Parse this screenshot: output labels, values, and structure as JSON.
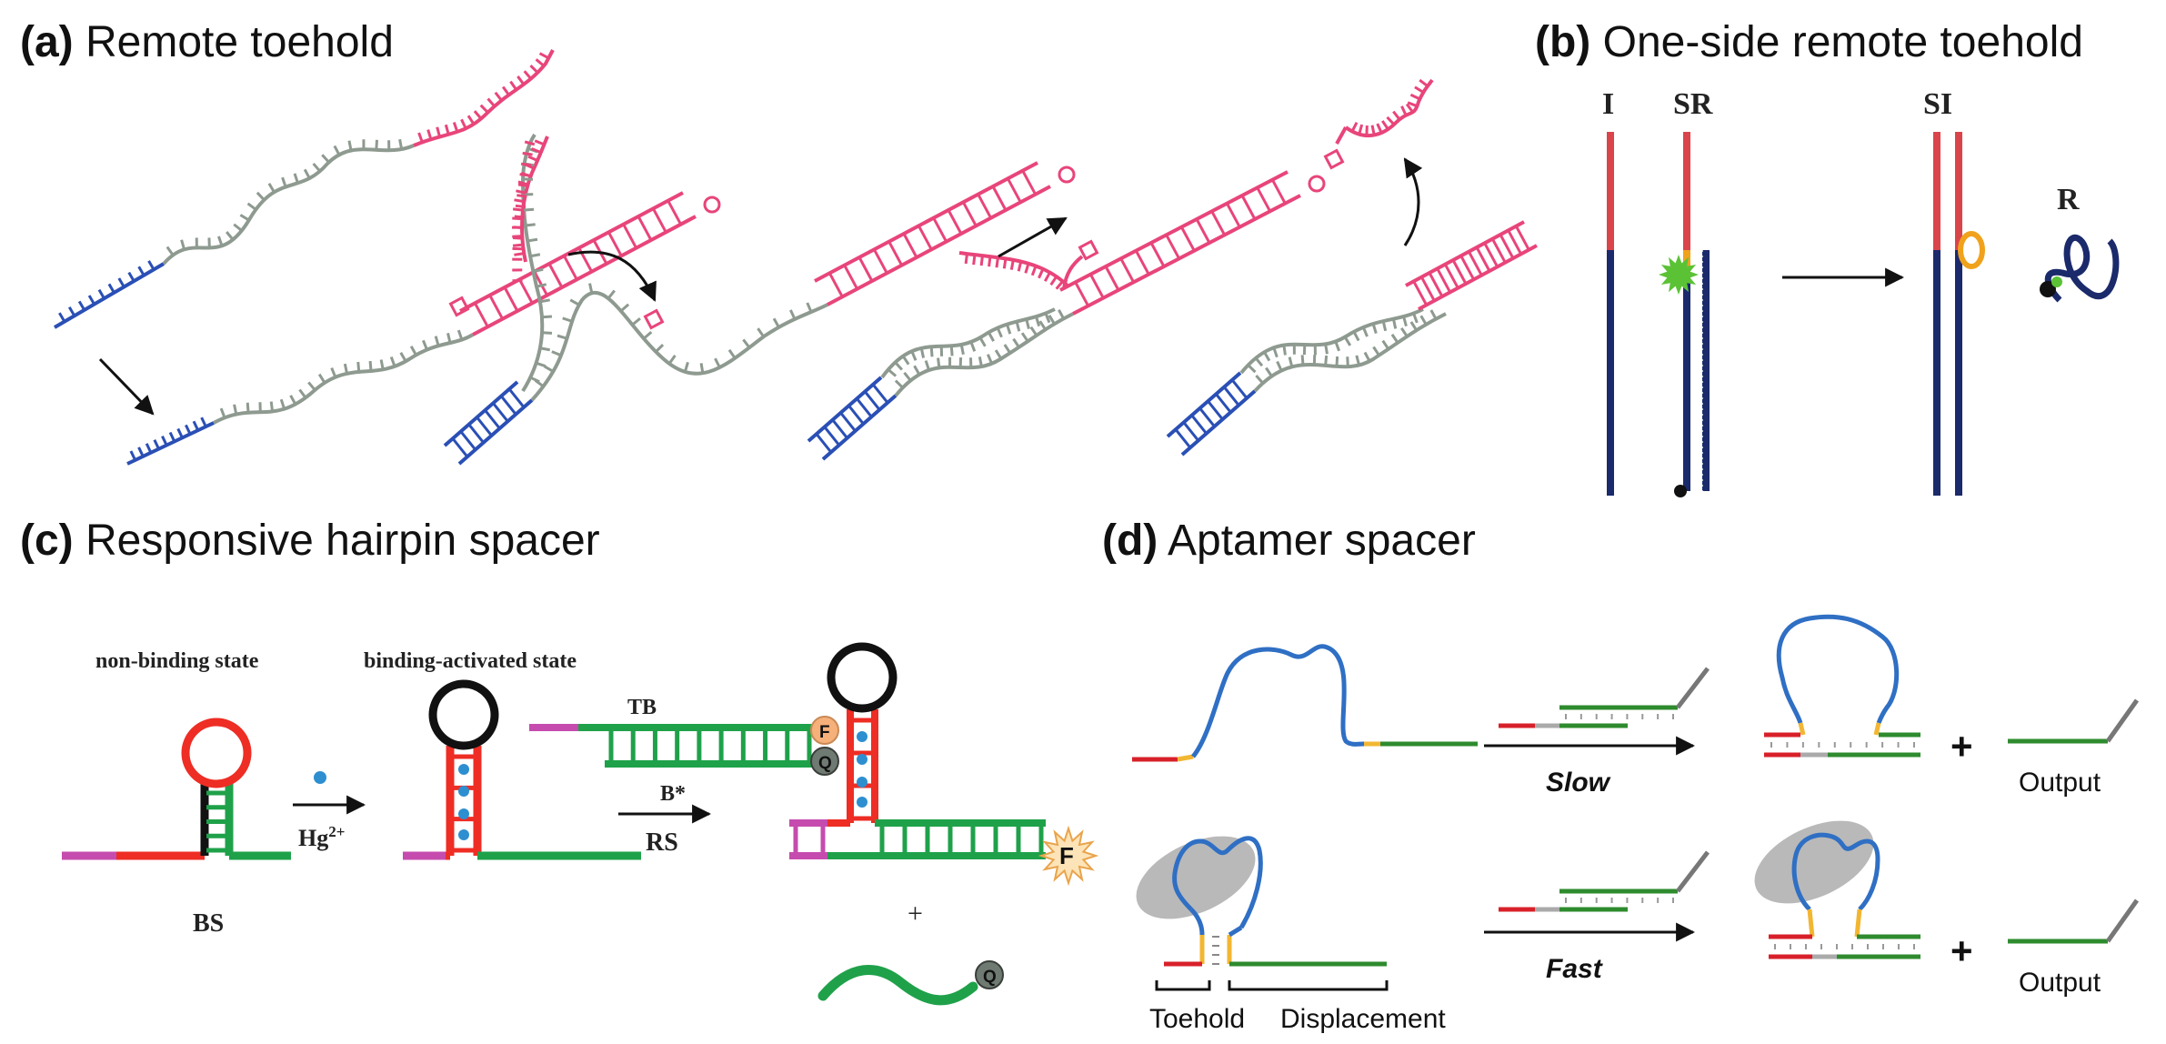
{
  "panels": {
    "a": {
      "tag": "(a)",
      "title": "Remote toehold"
    },
    "b": {
      "tag": "(b)",
      "title": "One-side remote toehold",
      "labels": {
        "i": "I",
        "sr": "SR",
        "si": "SI",
        "r": "R"
      }
    },
    "c": {
      "tag": "(c)",
      "title": "Responsive hairpin spacer",
      "labels": {
        "non_binding": "non-binding state",
        "binding_activated": "binding-activated state",
        "bs": "BS",
        "hg": "Hg",
        "hg_charge": "2+",
        "tb": "TB",
        "b_star": "B*",
        "rs": "RS",
        "f": "F",
        "q": "Q",
        "plus": "+"
      }
    },
    "d": {
      "tag": "(d)",
      "title": "Aptamer spacer",
      "labels": {
        "slow": "Slow",
        "fast": "Fast",
        "output": "Output",
        "plus": "+",
        "toehold": "Toehold",
        "displacement": "Displacement"
      }
    }
  },
  "colors": {
    "blue_strand": "#2a4fb5",
    "pink_strand": "#e8457a",
    "gray_strand": "#8e9a90",
    "navy": "#1b2a6b",
    "red_segment": "#d9454a",
    "orange": "#f0a21c",
    "green_fluor": "#5bc236",
    "hairpin_red": "#ee2d24",
    "hairpin_green": "#1fa14a",
    "magenta": "#c54cae",
    "black": "#111111",
    "aptamer_blue": "#2f6fc4",
    "aptamer_red": "#d8202a",
    "aptamer_green": "#2e8b2e",
    "aptamer_yellow": "#f2b632",
    "target_gray": "#a8a8a8",
    "output_gray": "#777777"
  }
}
